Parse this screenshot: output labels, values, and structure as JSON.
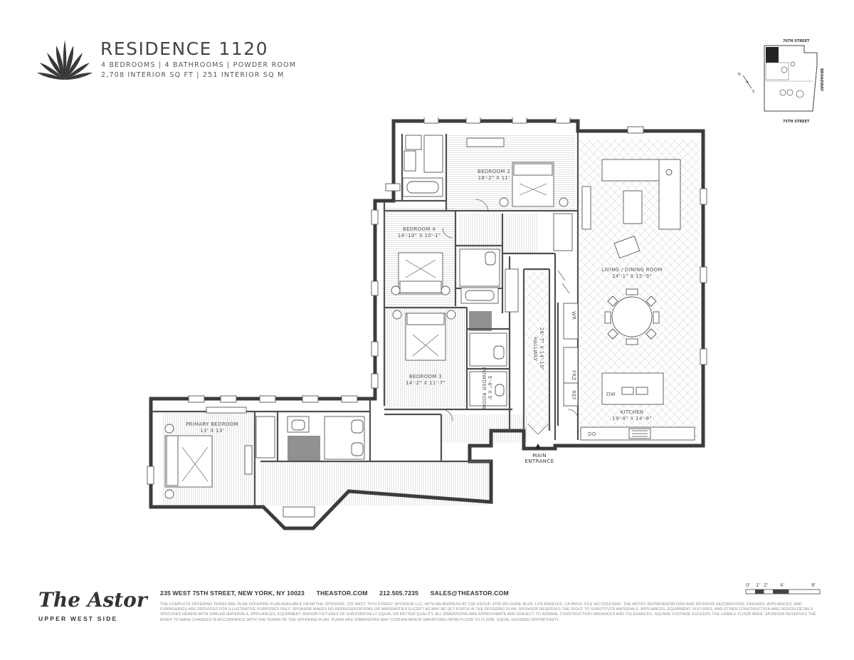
{
  "header": {
    "title": "RESIDENCE 1120",
    "line1": "4 BEDROOMS | 4 BATHROOMS | POWDER ROOM",
    "line2": "2,708 INTERIOR SQ FT | 251 INTERIOR SQ M",
    "logo_icon": "leaf-fan-icon"
  },
  "keyplan": {
    "street_top": "76TH STREET",
    "street_bottom": "75TH STREET",
    "street_side": "BROADWAY",
    "compass_n": "N",
    "compass_s": "S"
  },
  "rooms": {
    "bedroom2": {
      "name": "BEDROOM 2",
      "dims": "18'-2\" X 11'"
    },
    "bedroom4": {
      "name": "BEDROOM 4",
      "dims": "14'-10\" X 10'-1\""
    },
    "bedroom3": {
      "name": "BEDROOM 3",
      "dims": "14'-2\" X 11'-7\""
    },
    "primary": {
      "name": "PRIMARY BEDROOM",
      "dims": "13' X 13'"
    },
    "living": {
      "name": "LIVING / DINING ROOM",
      "dims": "24'-1\" X 15'-9\""
    },
    "kitchen": {
      "name": "KITCHEN",
      "dims": "19'-8\" X 14'-8\""
    },
    "hallway": {
      "name": "HALLWAY",
      "dims": "26'-7\" X 14'-10\""
    },
    "powder": {
      "name": "POWDER ROOM",
      "dims": "5'-6\" X 5'"
    }
  },
  "appliances": {
    "wr": "WR",
    "frz": "FRZ",
    "ref": "REF",
    "dw": "DW",
    "do": "DO"
  },
  "entrance": {
    "line1": "MAIN",
    "line2": "ENTRANCE"
  },
  "footer": {
    "brand": "The Astor",
    "tagline": "UPPER WEST SIDE",
    "address": "235 WEST 75TH STREET, NEW YORK, NY 10023",
    "website": "THEASTOR.COM",
    "phone": "212.505.7235",
    "email": "SALES@THEASTOR.COM",
    "disclaimer": "The complete offering terms are in an offering plan available from the sponsor. 235 West 75th Street Sponsor LLC, with an address at CIM Group, 4700 Wilshire Blvd, Los Angeles, CA 90010. File No CD18-0062. The artist representations and interior decorations, finishes, appliances, and furnishings are provided for illustrative purposes only. Sponsor makes no representations or warranties except as may be set forth in the offering plan. Sponsor reserves the right to substitute materials, appliances, equipment, fixtures, and other construction and design details specified herein with similar materials, appliances, equipment, and/or fixtures of substantially equal or better quality. All dimensions are approximate and subject to normal construction variances and tolerances. Square footage exceeds the usable floor area. Sponsor reserves the right to make changes in accordance with the terms of the offering plan. Plans and dimensions may contain minor variations from floor to floor. Equal housing opportunity."
  },
  "scale": {
    "t0": "0'",
    "t1": "1'",
    "t2": "2'",
    "t4": "4'",
    "t8": "8'"
  }
}
